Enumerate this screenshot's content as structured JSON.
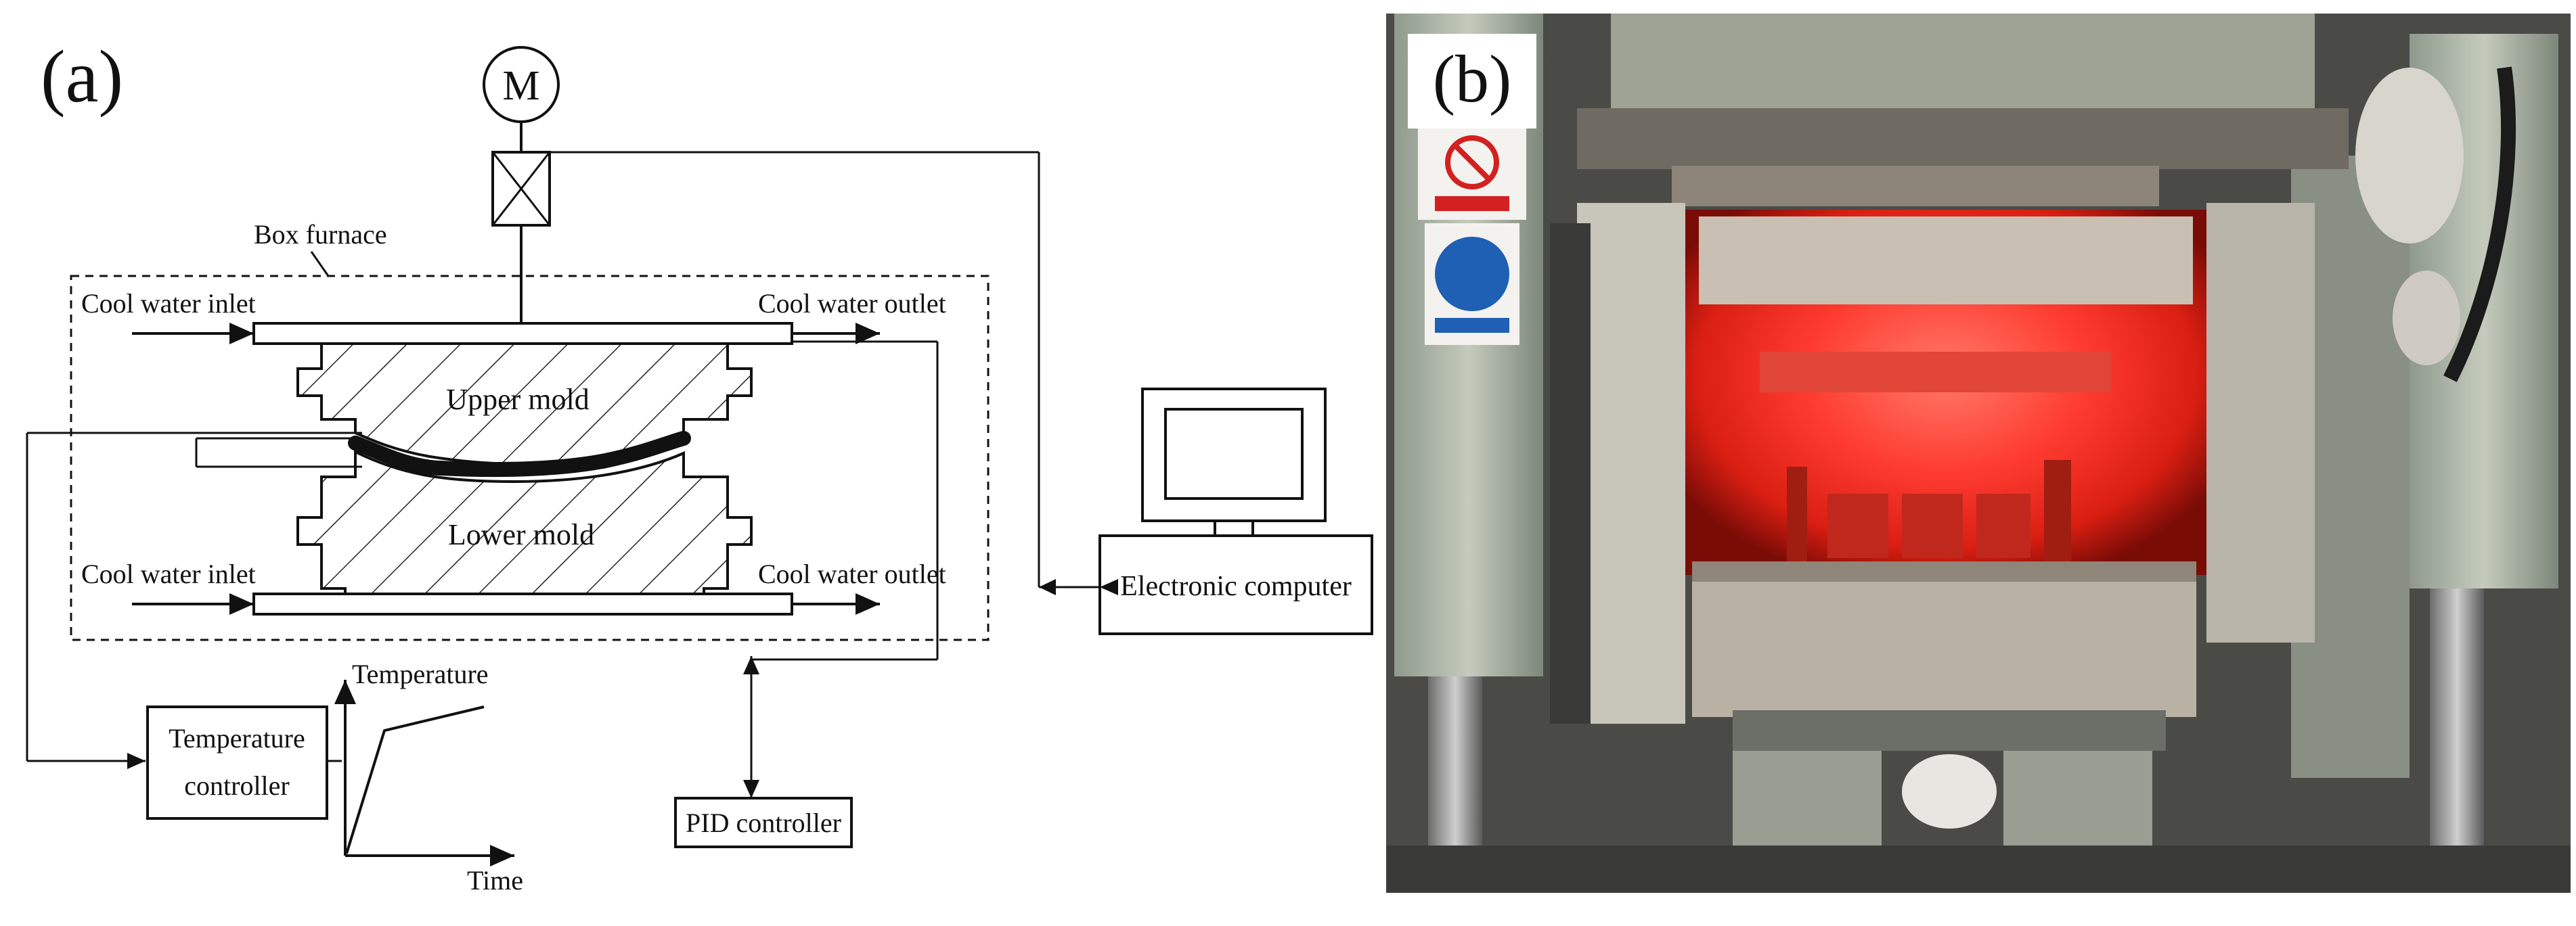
{
  "panel_a": {
    "label": "(a)",
    "motor": "M",
    "box_furnace": "Box furnace",
    "cool_inlet_top": "Cool water inlet",
    "cool_outlet_top": "Cool water outlet",
    "cool_inlet_bottom": "Cool water inlet",
    "cool_outlet_bottom": "Cool water outlet",
    "upper_mold": "Upper mold",
    "lower_mold": "Lower mold",
    "electronic_computer": "Electronic computer",
    "temperature_controller_line1": "Temperature",
    "temperature_controller_line2": "controller",
    "pid_controller": "PID controller",
    "graph_y_label": "Temperature",
    "graph_x_label": "Time"
  },
  "panel_b": {
    "label": "(b)",
    "photo_description_icon": "hot-press-furnace-photo"
  }
}
